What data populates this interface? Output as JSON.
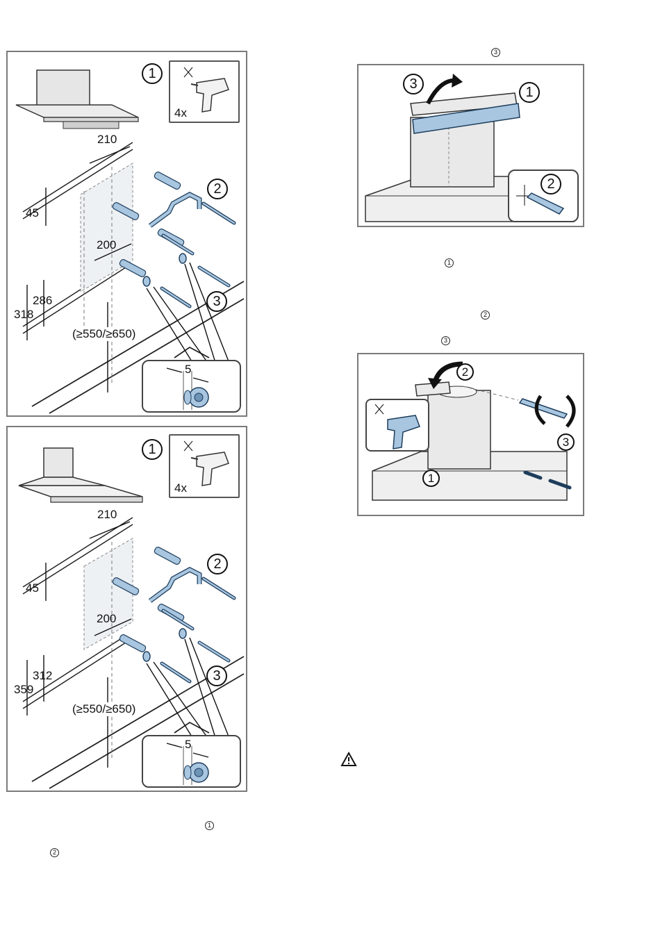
{
  "figure_top": {
    "step_labels": [
      "1",
      "2",
      "3"
    ],
    "drill_count": "4x",
    "dim_width": "210",
    "dim_vert_small": "45",
    "dim_spacing": "200",
    "dim_a": "286",
    "dim_b": "318",
    "dim_min_height": "(≥550/≥650)",
    "detail_gap": "5"
  },
  "figure_bottom": {
    "step_labels": [
      "1",
      "2",
      "3"
    ],
    "drill_count": "4x",
    "dim_width": "210",
    "dim_vert_small": "45",
    "dim_spacing": "200",
    "dim_a": "312",
    "dim_b": "359",
    "dim_min_height": "(≥550/≥650)",
    "detail_gap": "5"
  },
  "figure_level": {
    "step_labels": [
      "3",
      "1",
      "2"
    ]
  },
  "figure_fix": {
    "step_labels": [
      "2",
      "3",
      "1"
    ]
  },
  "text_markers": {
    "m1": "3",
    "m2": "1",
    "m3": "2",
    "m4": "3",
    "m5": "1",
    "m6": "2"
  },
  "icons": {
    "warning": "warning-triangle-icon",
    "drill": "drill-icon",
    "pencil": "pencil-icon",
    "screwdriver": "screwdriver-icon"
  }
}
